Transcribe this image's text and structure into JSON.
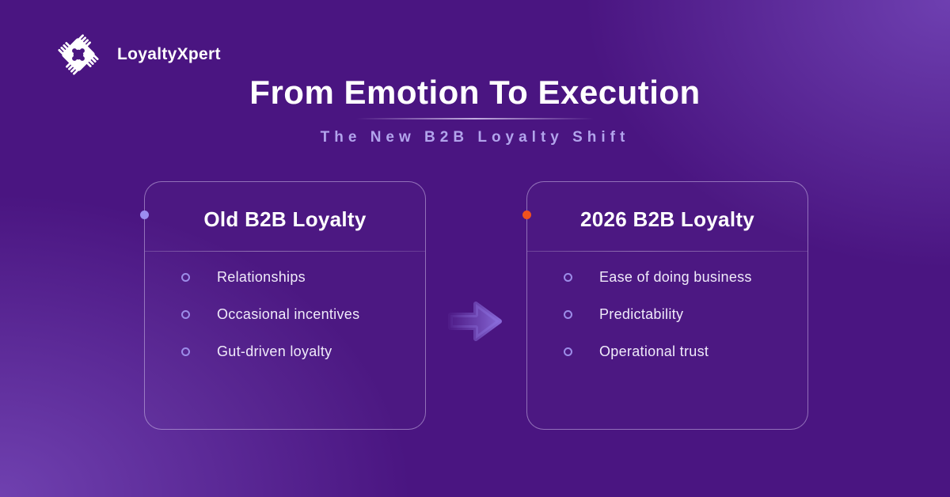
{
  "brand": {
    "name": "LoyaltyXpert",
    "logo_icon": "four-hands-diamond"
  },
  "header": {
    "title": "From Emotion To Execution",
    "subtitle": "The New B2B Loyalty Shift"
  },
  "comparison": {
    "arrow_icon": "arrow-right",
    "cards": [
      {
        "title": "Old B2B Loyalty",
        "accent": "#9C8CF0",
        "items": [
          "Relationships",
          "Occasional incentives",
          "Gut-driven loyalty"
        ]
      },
      {
        "title": "2026 B2B Loyalty",
        "accent": "#F1521D",
        "items": [
          "Ease of doing business",
          "Predictability",
          "Operational trust"
        ]
      }
    ]
  },
  "colors": {
    "background": "#4A1581",
    "corner_glow": "#9269E0",
    "title_text": "#FFFFFF",
    "subtitle_text": "#B2A4EC",
    "card_border": "rgba(222,209,245,0.48)",
    "bullet_ring": "#9C8CE8",
    "body_text": "#F0EBFA"
  }
}
